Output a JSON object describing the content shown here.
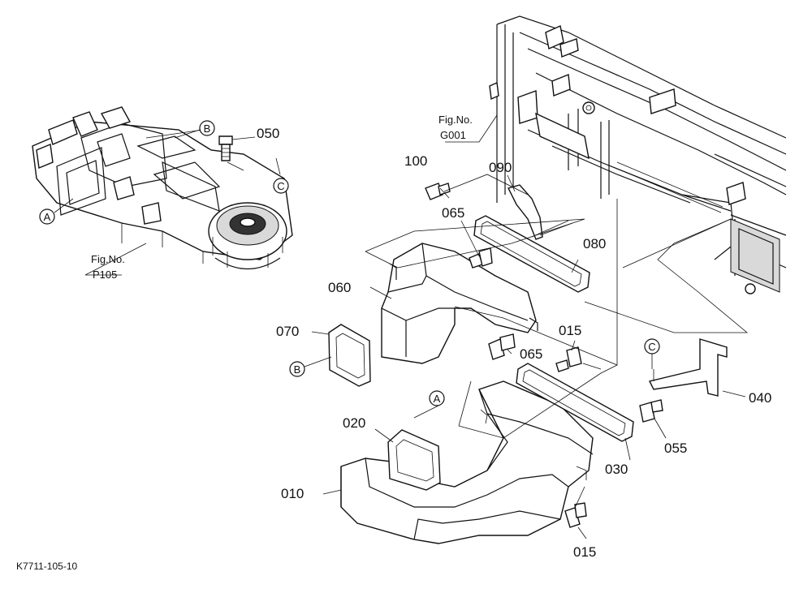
{
  "labels": {
    "p010": "010",
    "p015a": "015",
    "p015b": "015",
    "p020": "020",
    "p030": "030",
    "p040": "040",
    "p050": "050",
    "p055": "055",
    "p060": "060",
    "p065a": "065",
    "p065b": "065",
    "p070": "070",
    "p080": "080",
    "p090": "090",
    "p100": "100"
  },
  "refs": {
    "fig_g001_line1": "Fig.No.",
    "fig_g001_line2": "G001",
    "fig_p105_line1": "Fig.No.",
    "fig_p105_line2": "P105"
  },
  "markers": {
    "a_left": "A",
    "a_right": "A",
    "b_top": "B",
    "b_left": "B",
    "c_top": "C",
    "c_right": "C"
  },
  "drawing_code": "K7711-105-10"
}
